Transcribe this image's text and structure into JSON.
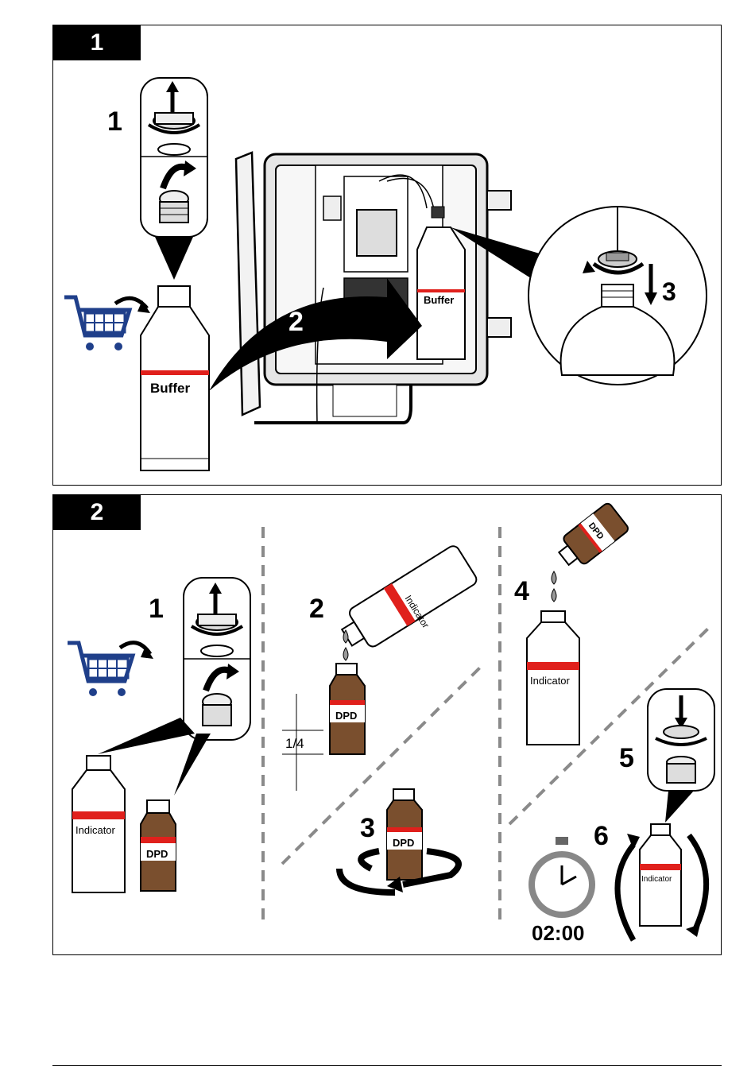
{
  "panel1": {
    "tab": "1",
    "step1": "1",
    "step2": "2",
    "step3": "3",
    "bottle_label": "Buffer",
    "installed_bottle_label": "Buffer"
  },
  "panel2": {
    "tab": "2",
    "step1": "1",
    "step2": "2",
    "step3": "3",
    "step4": "4",
    "step5": "5",
    "step6": "6",
    "indicator_label": "Indicator",
    "dpd_label": "DPD",
    "pour_bottle_label": "Indicator",
    "measure_label": "1/4",
    "measure_bottle_label": "DPD",
    "swirl_bottle_label": "DPD",
    "dpd_pour_label": "DPD",
    "indicator_receiving_label": "Indicator",
    "timer": "02:00",
    "final_bottle_label": "Indicator"
  },
  "colors": {
    "brown": "#7a4f2e",
    "red": "#e0201c",
    "cart": "#1f3f8a",
    "gray_dash": "#8a8a8a"
  }
}
